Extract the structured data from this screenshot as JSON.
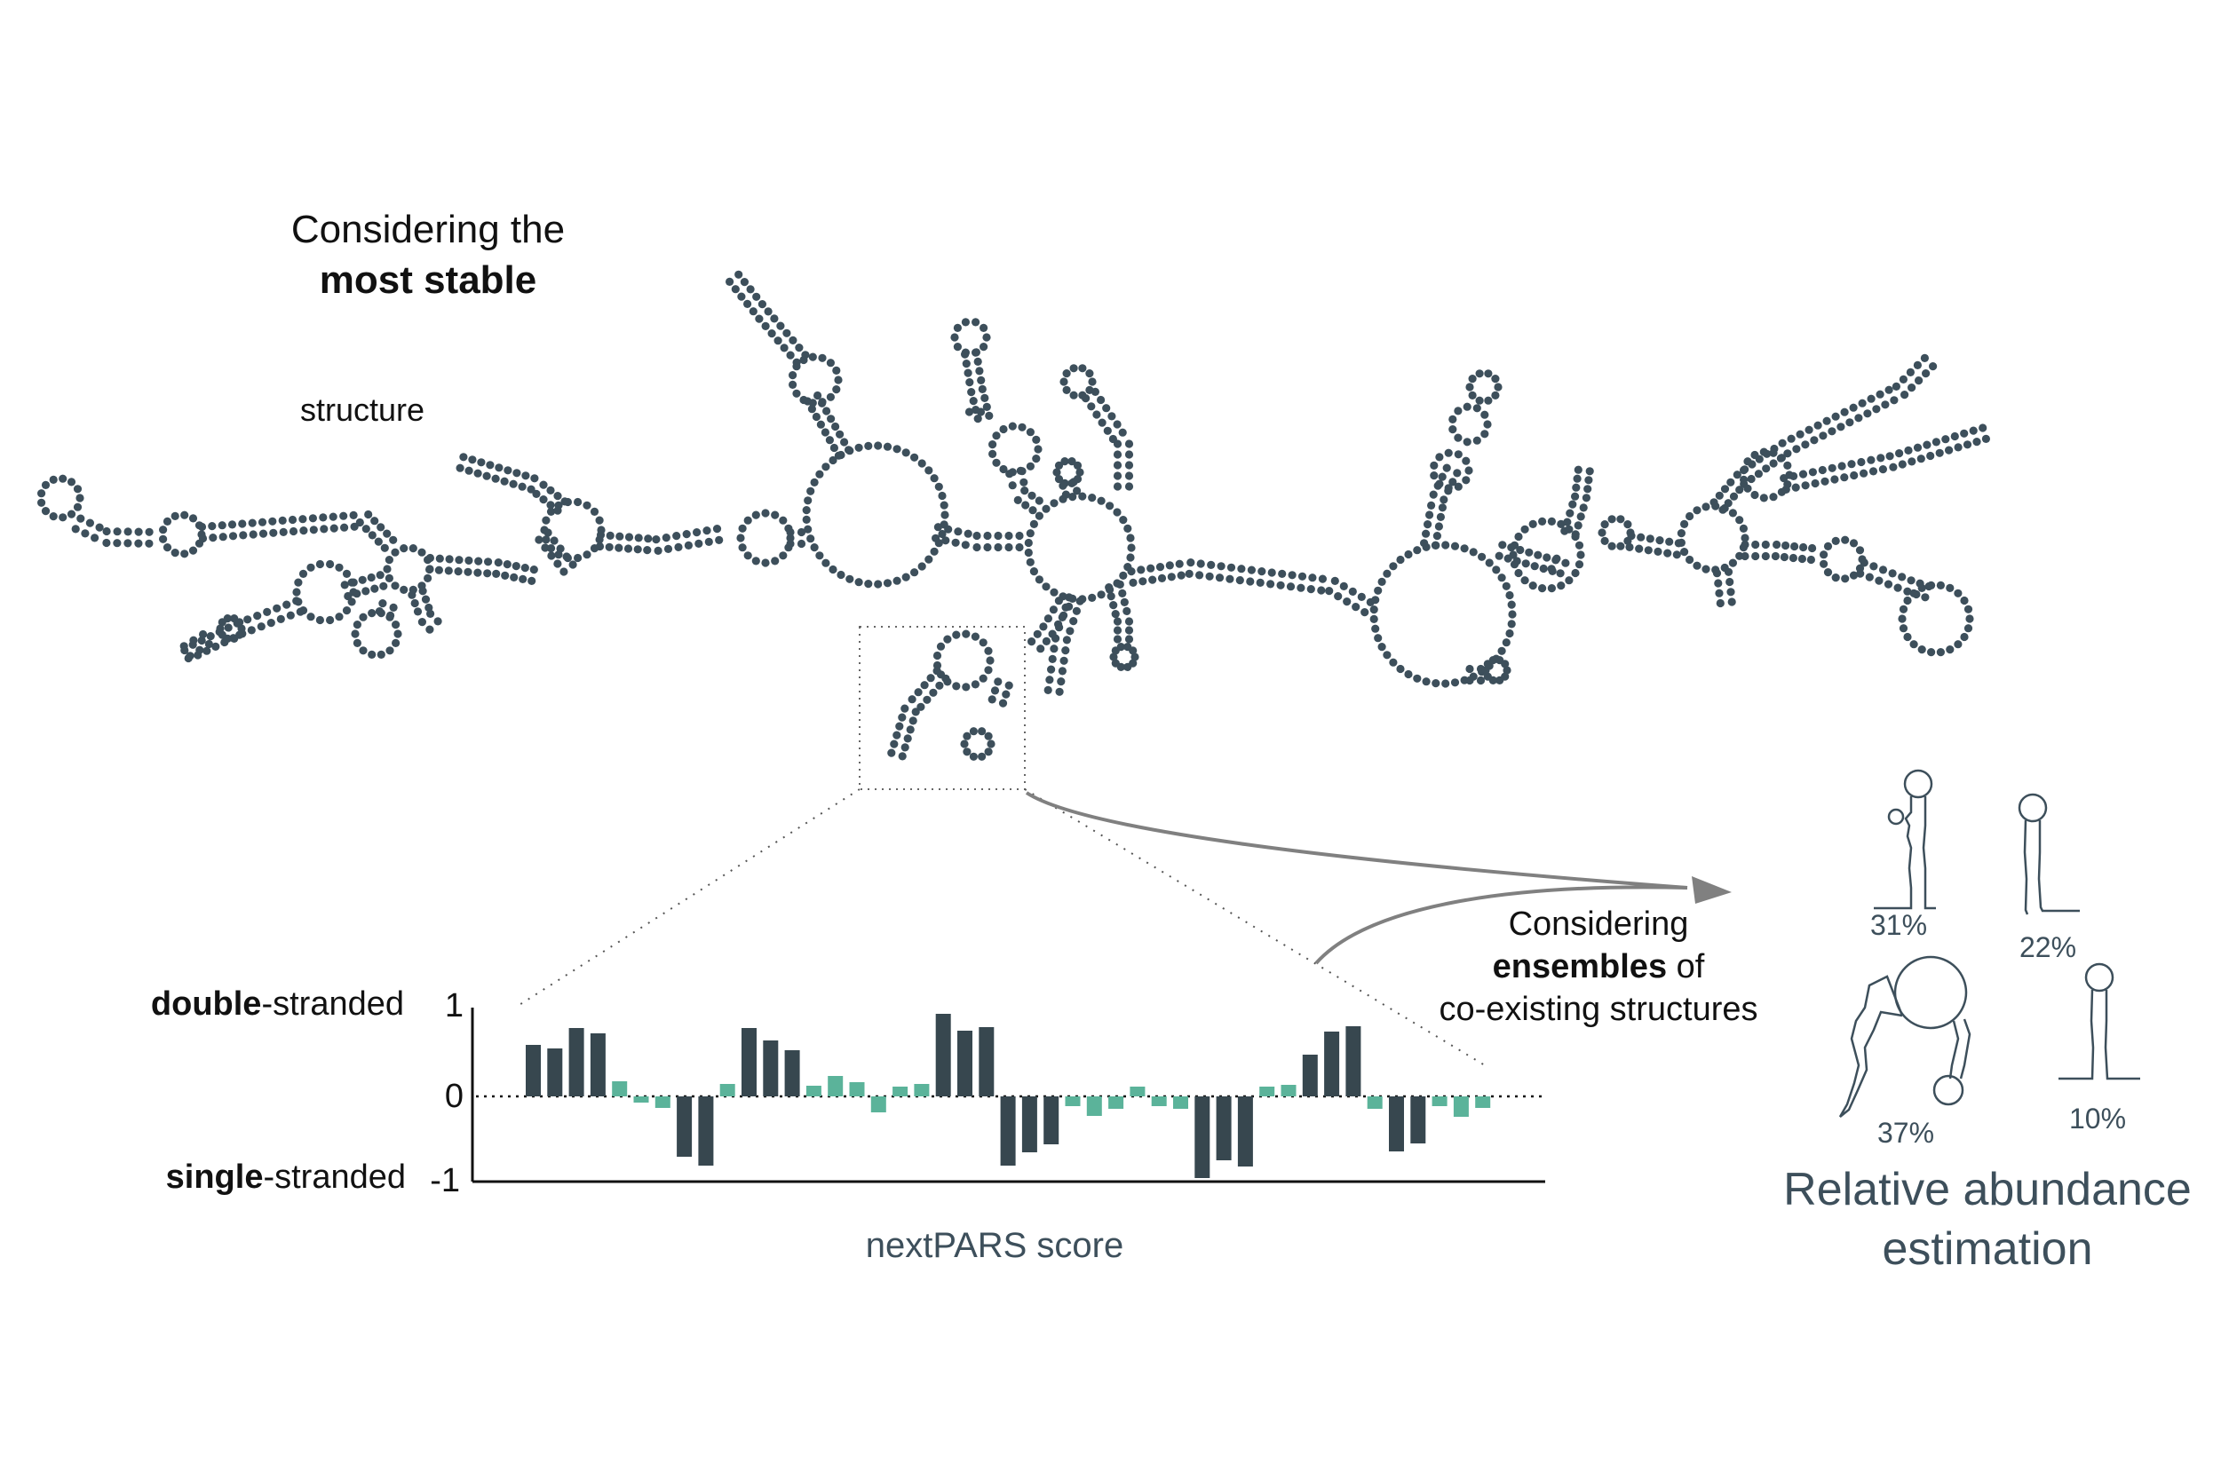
{
  "colors": {
    "structure": "#3d4f5b",
    "bar_dark": "#37474f",
    "bar_light": "#5bb39a",
    "arrow": "#808080",
    "text_accent": "#3d4f5b"
  },
  "stable_label": {
    "line1": "Considering the",
    "line2": "most stable",
    "line3": "structure"
  },
  "ensemble_label": {
    "line1": "Considering",
    "line2_bold": "ensembles",
    "line2_rest": " of",
    "line3": "co-existing structures"
  },
  "abundance": {
    "title_line1": "Relative abundance",
    "title_line2": "estimation",
    "items": [
      {
        "label": "31%",
        "icon": "hairpin-with-side-loop-icon"
      },
      {
        "label": "22%",
        "icon": "simple-hairpin-icon"
      },
      {
        "label": "37%",
        "icon": "large-loop-structure-icon"
      },
      {
        "label": "10%",
        "icon": "short-hairpin-icon"
      }
    ]
  },
  "chart_data": {
    "type": "bar",
    "xlabel": "nextPARS score",
    "ylim": [
      -1,
      1
    ],
    "yticks": [
      "1",
      "0",
      "-1"
    ],
    "ytick_labels": {
      "top_bold": "double",
      "top_rest": "-stranded",
      "bottom_bold": "single",
      "bottom_rest": "-stranded"
    },
    "values": [
      0.58,
      0.54,
      0.77,
      0.71,
      0.17,
      -0.07,
      -0.13,
      -0.68,
      -0.78,
      0.14,
      0.77,
      0.63,
      0.52,
      0.12,
      0.23,
      0.16,
      -0.18,
      0.11,
      0.14,
      0.93,
      0.74,
      0.78,
      -0.78,
      -0.63,
      -0.54,
      -0.11,
      -0.22,
      -0.14,
      0.11,
      -0.11,
      -0.14,
      -0.92,
      -0.72,
      -0.79,
      0.11,
      0.13,
      0.47,
      0.73,
      0.79,
      -0.14,
      -0.62,
      -0.53,
      -0.11,
      -0.23,
      -0.13
    ],
    "strong_threshold": 0.4
  }
}
